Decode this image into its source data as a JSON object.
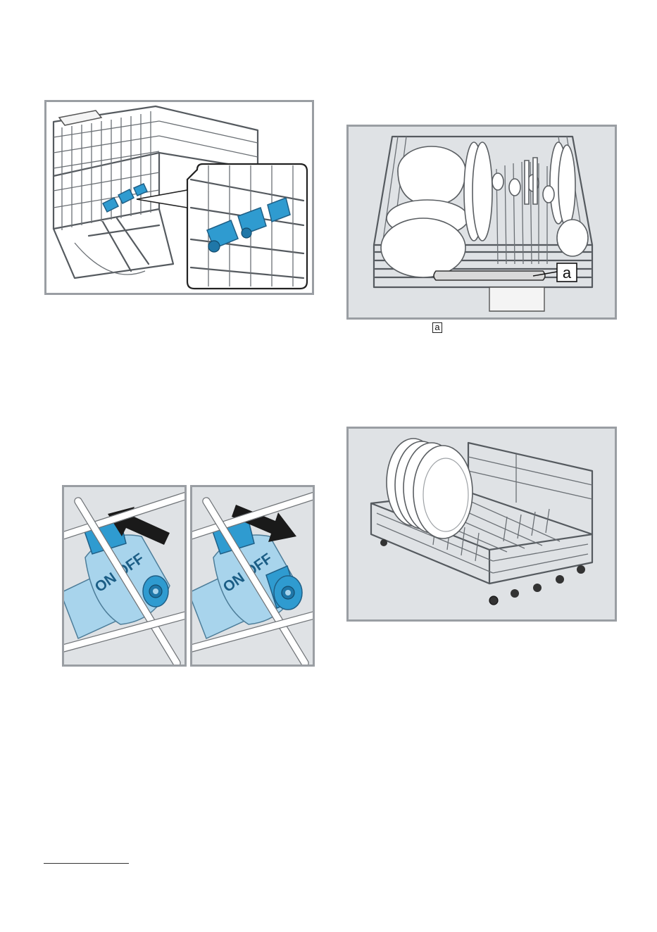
{
  "figures": {
    "upper_basket": {
      "inset": "zoom"
    },
    "switch_on": {
      "label": "ON OFF",
      "state": "on"
    },
    "switch_off": {
      "label": "ON OFF",
      "state": "off"
    },
    "loaded_basket": {
      "callout_label": "a"
    },
    "plate_rack": {}
  },
  "legend": {
    "callout_ref": "a"
  },
  "colors": {
    "frame": "#9a9ea3",
    "panel": "#dfe2e5",
    "blue": "#2f9bd0",
    "light_blue": "#a8d4ec"
  }
}
